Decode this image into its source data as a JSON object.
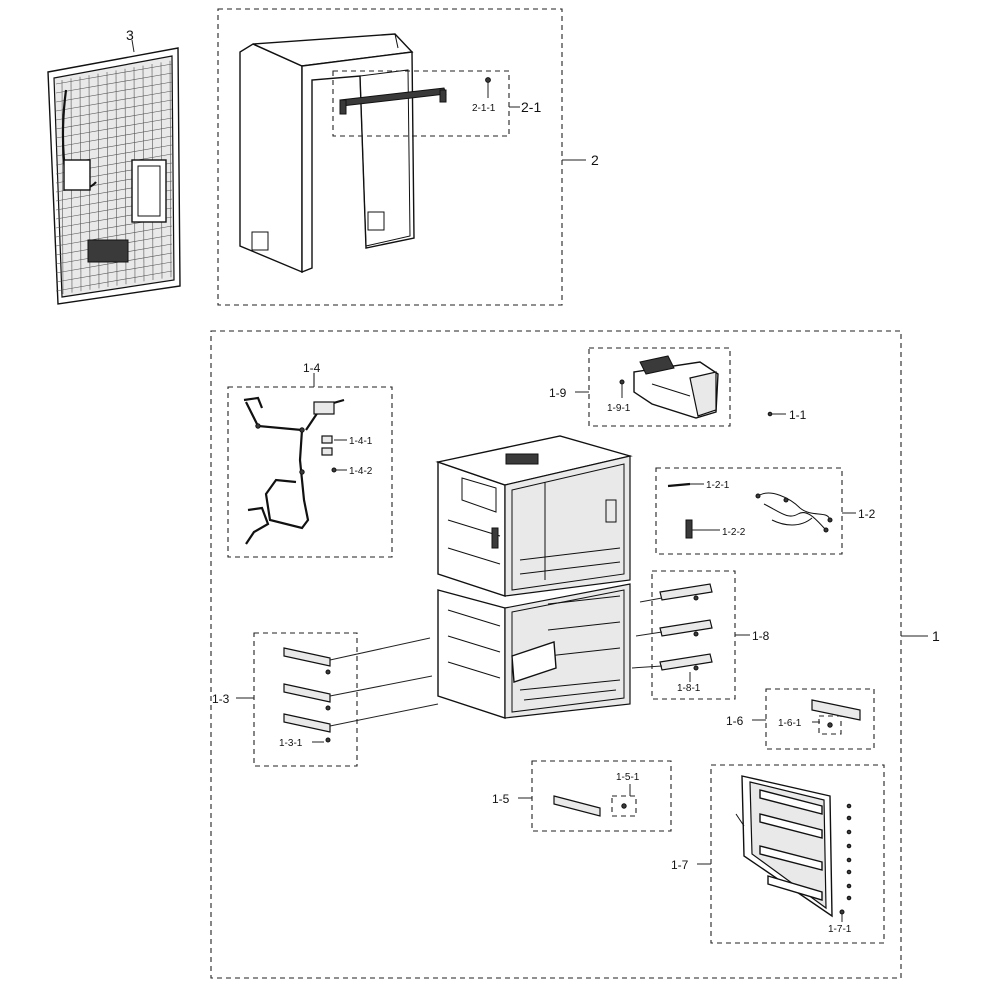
{
  "diagram": {
    "callouts": {
      "c3": "3",
      "c2": "2",
      "c2_1": "2-1",
      "c2_1_1": "2-1-1",
      "c1": "1",
      "c1_1": "1-1",
      "c1_2": "1-2",
      "c1_2_1": "1-2-1",
      "c1_2_2": "1-2-2",
      "c1_3": "1-3",
      "c1_3_1": "1-3-1",
      "c1_4": "1-4",
      "c1_4_1": "1-4-1",
      "c1_4_2": "1-4-2",
      "c1_5": "1-5",
      "c1_5_1": "1-5-1",
      "c1_6": "1-6",
      "c1_6_1": "1-6-1",
      "c1_7": "1-7",
      "c1_7_1": "1-7-1",
      "c1_8": "1-8",
      "c1_8_1": "1-8-1",
      "c1_9": "1-9",
      "c1_9_1": "1-9-1"
    }
  }
}
